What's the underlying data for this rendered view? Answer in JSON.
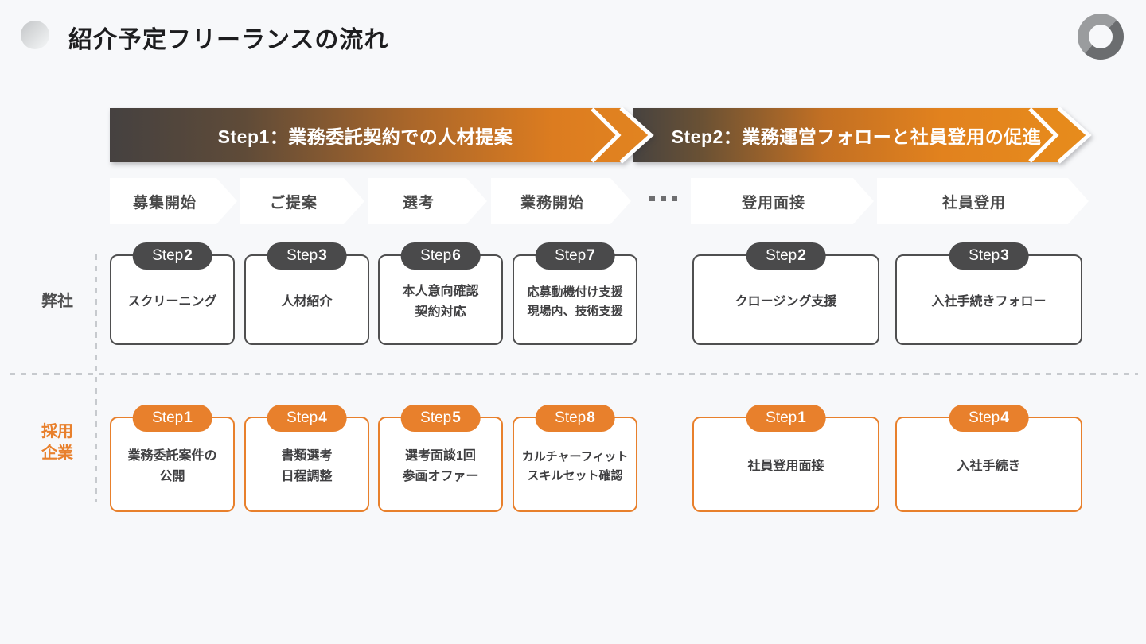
{
  "header": {
    "title": "紹介予定フリーランスの流れ"
  },
  "banners": {
    "step1": "Step1：業務委託契約での人材提案",
    "step2": "Step2：業務運営フォローと社員登用の促進"
  },
  "phases": [
    "募集開始",
    "ご提案",
    "選考",
    "業務開始",
    "登用面接",
    "社員登用"
  ],
  "lanes": {
    "company": {
      "label": "弊社",
      "cards": [
        {
          "prefix": "Step",
          "num": "2",
          "label": "スクリーニング"
        },
        {
          "prefix": "Step",
          "num": "3",
          "label": "人材紹介"
        },
        {
          "prefix": "Step",
          "num": "6",
          "label": "本人意向確認\n契約対応"
        },
        {
          "prefix": "Step",
          "num": "7",
          "label": "応募動機付け支援\n現場内、技術支援"
        },
        {
          "prefix": "Step",
          "num": "2",
          "label": "クロージング支援"
        },
        {
          "prefix": "Step",
          "num": "3",
          "label": "入社手続きフォロー"
        }
      ]
    },
    "client": {
      "label": "採用\n企業",
      "cards": [
        {
          "prefix": "Step",
          "num": "1",
          "label": "業務委託案件の\n公開"
        },
        {
          "prefix": "Step",
          "num": "4",
          "label": "書類選考\n日程調整"
        },
        {
          "prefix": "Step",
          "num": "5",
          "label": "選考面談1回\n参画オファー"
        },
        {
          "prefix": "Step",
          "num": "8",
          "label": "カルチャーフィット\nスキルセット確認"
        },
        {
          "prefix": "Step",
          "num": "1",
          "label": "社員登用面接"
        },
        {
          "prefix": "Step",
          "num": "4",
          "label": "入社手続き"
        }
      ]
    }
  },
  "colors": {
    "accent_orange": "#E8802C",
    "accent_dark": "#4A4A4B",
    "background": "#F7F8FA"
  }
}
